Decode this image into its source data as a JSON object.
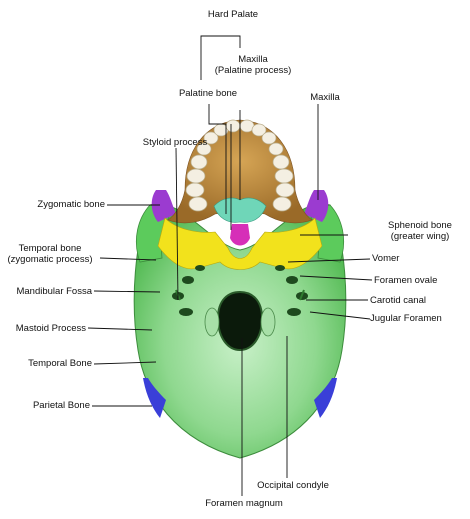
{
  "labels": {
    "hard_palate": "Hard Palate",
    "maxilla_palatine_line1": "Maxilla",
    "maxilla_palatine_line2": "(Palatine process)",
    "palatine_bone": "Palatine bone",
    "maxilla": "Maxilla",
    "styloid_process": "Styloid process",
    "zygomatic_bone": "Zygomatic bone",
    "sphenoid_line1": "Sphenoid bone",
    "sphenoid_line2": "(greater wing)",
    "temporal_zyg_line1": "Temporal bone",
    "temporal_zyg_line2": "(zygomatic process)",
    "vomer": "Vomer",
    "mandibular_fossa": "Mandibular Fossa",
    "foramen_ovale": "Foramen ovale",
    "carotid_canal": "Carotid canal",
    "mastoid_process": "Mastoid Process",
    "jugular_foramen": "Jugular Foramen",
    "temporal_bone": "Temporal Bone",
    "parietal_bone": "Parietal Bone",
    "occipital_condyle": "Occipital condyle",
    "foramen_magnum": "Foramen magnum"
  },
  "colors": {
    "occipital_green": "#8fd88f",
    "green_dark": "#3fae3f",
    "maxilla_brown": "#b8873a",
    "palatine_teal": "#6fd6b8",
    "sphenoid_yellow": "#f2e21c",
    "zygomatic_purple": "#9b3bd0",
    "vomer_magenta": "#d62fb8",
    "parietal_blue": "#3a3fd8",
    "teeth": "#f4efe2"
  }
}
